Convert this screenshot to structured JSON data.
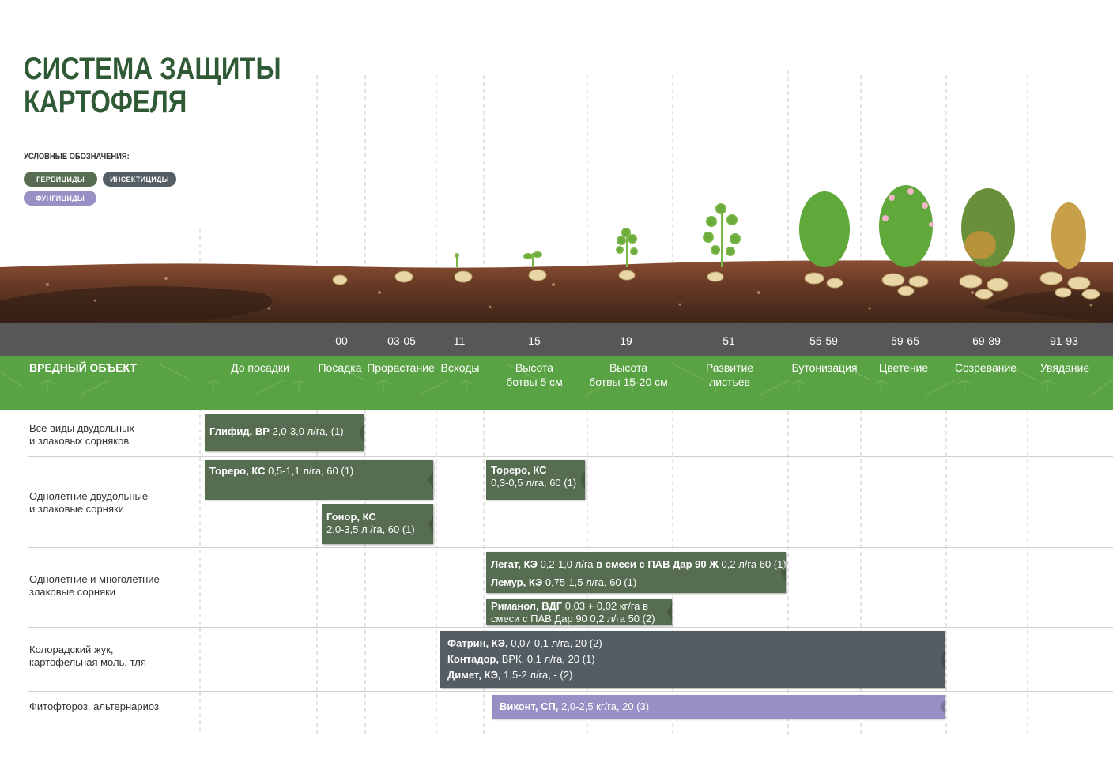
{
  "title": {
    "line1": "СИСТЕМА ЗАЩИТЫ",
    "line2": "КАРТОФЕЛЯ"
  },
  "legend": {
    "heading": "УСЛОВНЫЕ ОБОЗНАЧЕНИЯ:",
    "herbicides": "ГЕРБИЦИДЫ",
    "insecticides": "ИНСЕКТИЦИДЫ",
    "fungicides": "ФУНГИЦИДЫ"
  },
  "colors": {
    "herbicide": "#566d51",
    "insecticide": "#535d63",
    "fungicide": "#9790c4",
    "header_green": "#5aa345",
    "title_green": "#2f5a35"
  },
  "header": {
    "harm_object": "ВРЕДНЫЙ ОБЪЕКТ",
    "stages": [
      {
        "code": "",
        "name1": "До посадки",
        "name2": ""
      },
      {
        "code": "00",
        "name1": "Посадка",
        "name2": ""
      },
      {
        "code": "03-05",
        "name1": "Прорастание",
        "name2": ""
      },
      {
        "code": "11",
        "name1": "Всходы",
        "name2": ""
      },
      {
        "code": "15",
        "name1": "Высота",
        "name2": "ботвы 5 см"
      },
      {
        "code": "19",
        "name1": "Высота",
        "name2": "ботвы 15-20 см"
      },
      {
        "code": "51",
        "name1": "Развитие",
        "name2": "листьев"
      },
      {
        "code": "55-59",
        "name1": "Бутонизация",
        "name2": ""
      },
      {
        "code": "59-65",
        "name1": "Цветение",
        "name2": ""
      },
      {
        "code": "69-89",
        "name1": "Созревание",
        "name2": ""
      },
      {
        "code": "91-93",
        "name1": "Увядание",
        "name2": ""
      }
    ]
  },
  "rows": [
    {
      "label1": "Все виды двудольных",
      "label2": "и злаковых сорняков"
    },
    {
      "label1": "Однолетние двудольные",
      "label2": "и злаковые сорняки"
    },
    {
      "label1": "Однолетние и многолетние",
      "label2": "злаковые сорняки"
    },
    {
      "label1": "Колорадский жук,",
      "label2": "картофельная моль, тля"
    },
    {
      "label1": "Фитофтороз, альтернариоз",
      "label2": ""
    }
  ],
  "treatments": {
    "glifid": {
      "name": "Глифид, ВР",
      "dose": " 2,0-3,0 л/га, (1)"
    },
    "torero1": {
      "name": "Тореро, КС",
      "dose": " 0,5-1,1 л/га, 60 (1)"
    },
    "torero2": {
      "name": "Тореро, КС",
      "dose": "0,3-0,5 л/га, 60 (1)"
    },
    "gonor": {
      "name": "Гонор, КС",
      "dose": "2,0-3,5 л /га, 60 (1)"
    },
    "legat": {
      "name": "Легат, КЭ",
      "dose": " 0,2-1,0 л/га ",
      "mix": "в смеси с ПАВ Дар 90 Ж",
      "tail": " 0,2 л/га 60 (1)"
    },
    "lemur": {
      "name": "Лемур, КЭ",
      "dose": " 0,75-1,5 л/га,  60 (1)"
    },
    "rimanol": {
      "name": "Риманол, ВДГ",
      "dose": " 0,03 + 0,02 кг/га в",
      "dose2": "смеси с ПАВ Дар 90 0,2 л/га 50 (2)"
    },
    "fatrin": {
      "name": "Фатрин, КЭ,",
      "dose": " 0,07-0,1 л/га, 20 (2)"
    },
    "kontador": {
      "name": "Контадор,",
      "dose": " ВРК, 0,1 л/га, 20 (1)"
    },
    "dimet": {
      "name": "Димет, КЭ,",
      "dose": " 1,5-2 л/га, - (2)"
    },
    "vikont": {
      "name": "Виконт, СП,",
      "dose": " 2,0-2,5 кг/га, 20 (3)"
    }
  }
}
